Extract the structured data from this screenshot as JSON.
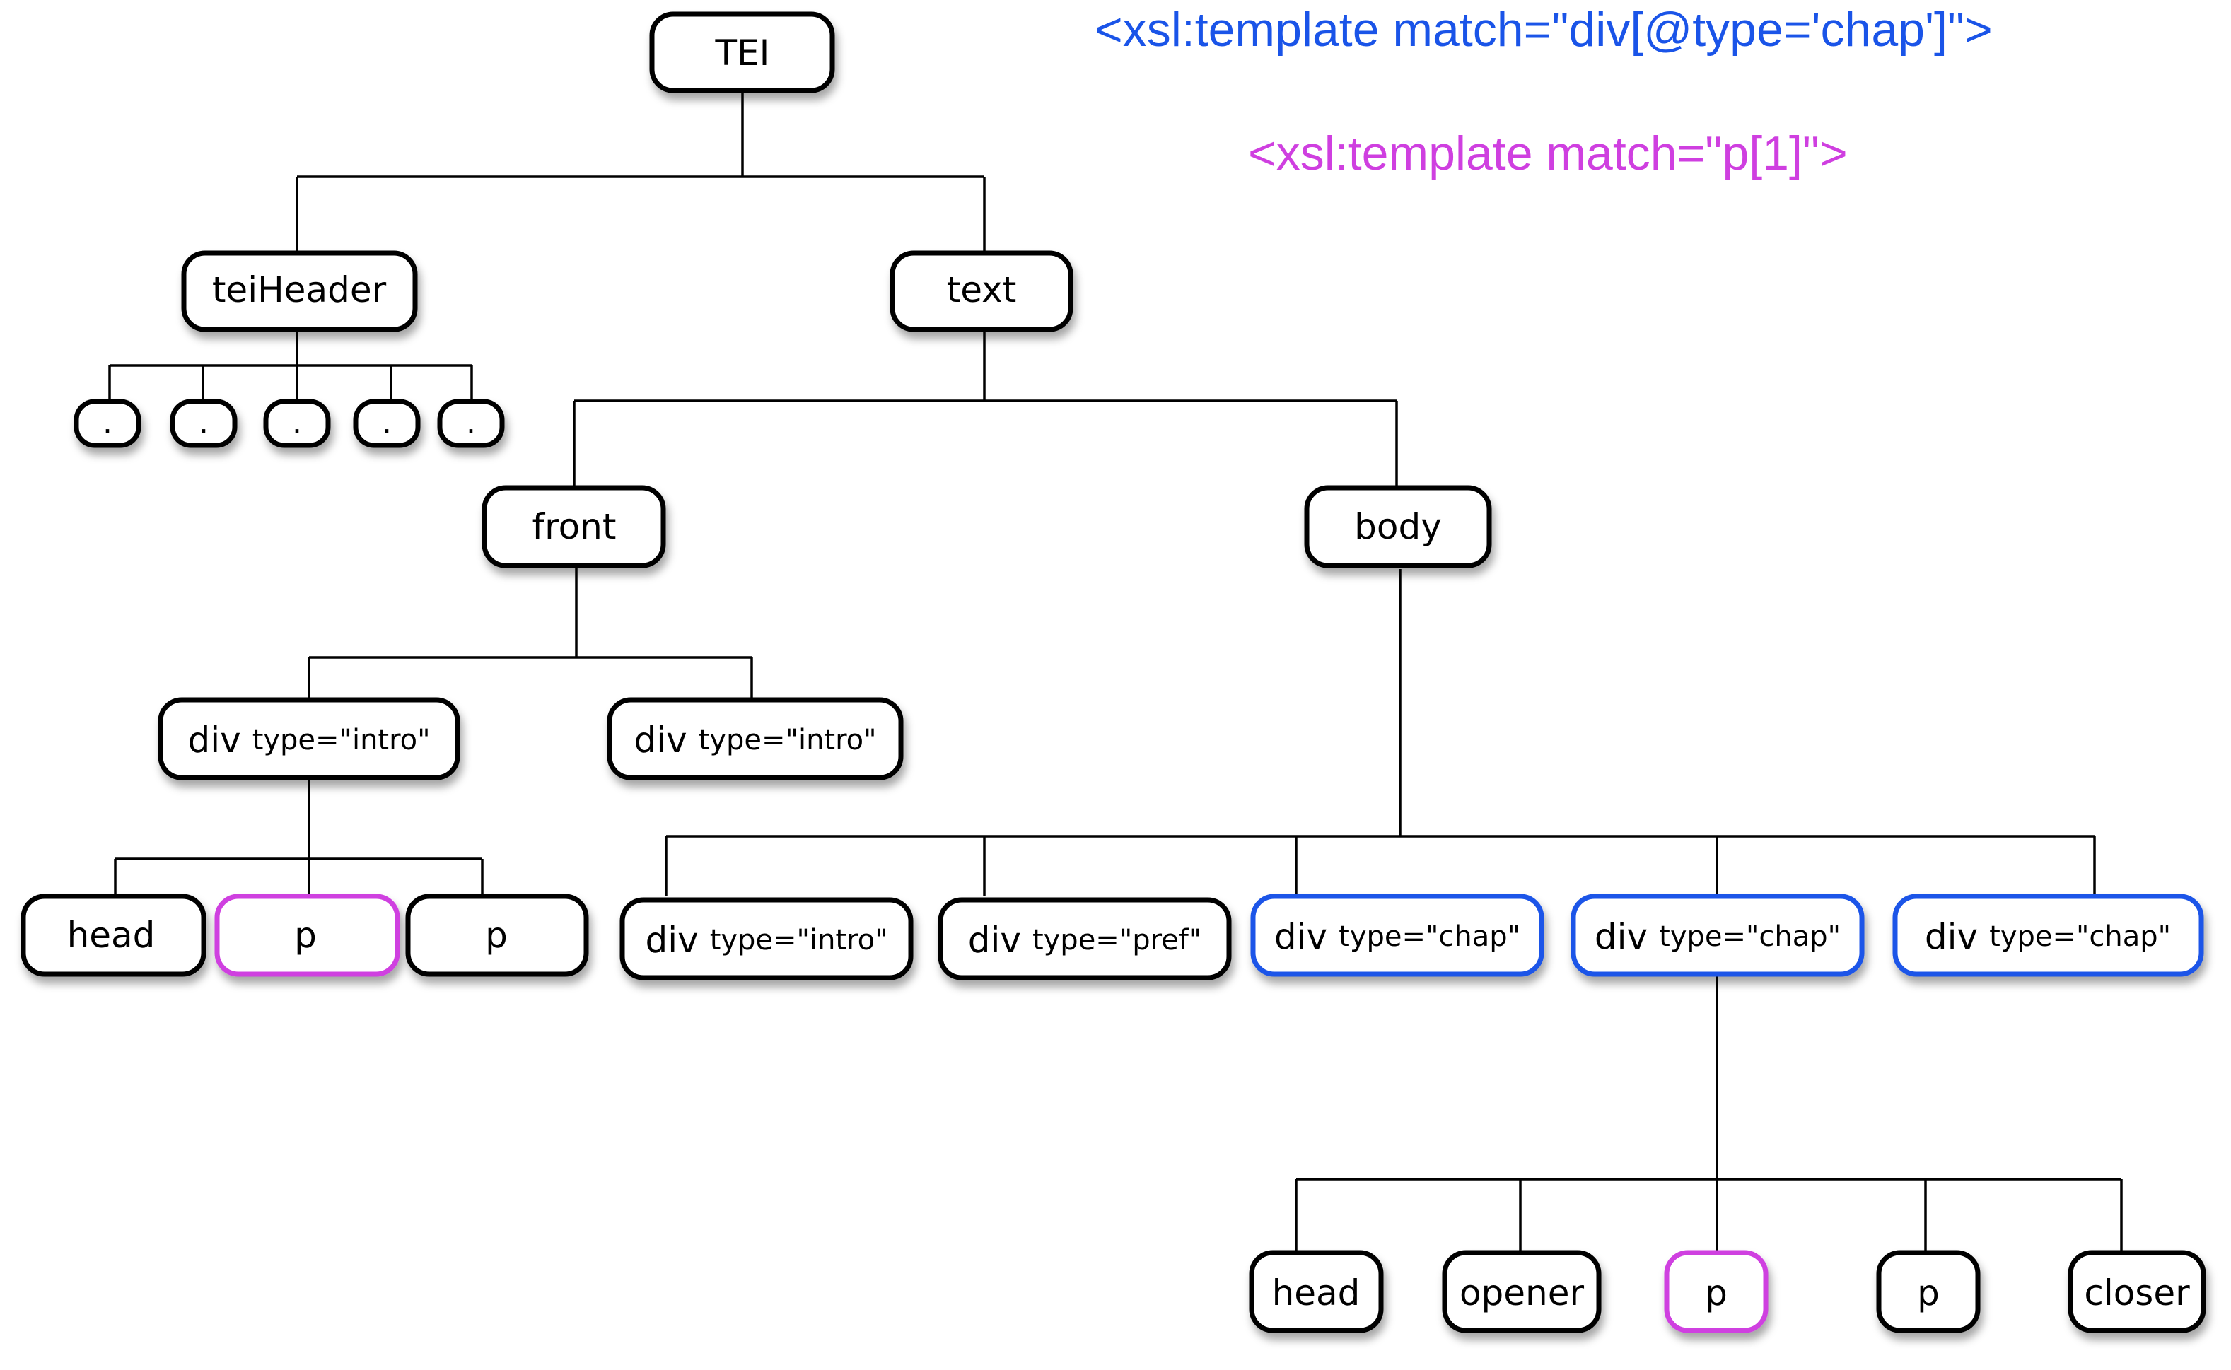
{
  "colors": {
    "chap_rule": "#1a54e8",
    "p_rule": "#cf3fe0",
    "node_stroke": "#000000",
    "line": "#000000"
  },
  "annotations": {
    "chap_rule": "<xsl:template match=\"div[@type='chap']\">",
    "p_rule": "<xsl:template match=\"p[1]\">"
  },
  "tree": {
    "tei": "TEI",
    "teiheader": "teiHeader",
    "teiheader_children": [
      ".",
      ".",
      ".",
      ".",
      "."
    ],
    "text": "text",
    "front": "front",
    "body": "body",
    "front_divs": [
      {
        "el": "div",
        "attr": "type=\"intro\""
      },
      {
        "el": "div",
        "attr": "type=\"intro\""
      }
    ],
    "front_div_children": [
      "head",
      "p",
      "p"
    ],
    "body_divs": [
      {
        "el": "div",
        "attr": "type=\"intro\""
      },
      {
        "el": "div",
        "attr": "type=\"pref\""
      },
      {
        "el": "div",
        "attr": "type=\"chap\""
      },
      {
        "el": "div",
        "attr": "type=\"chap\""
      },
      {
        "el": "div",
        "attr": "type=\"chap\""
      }
    ],
    "chap_children": [
      "head",
      "opener",
      "p",
      "p",
      "closer"
    ]
  }
}
